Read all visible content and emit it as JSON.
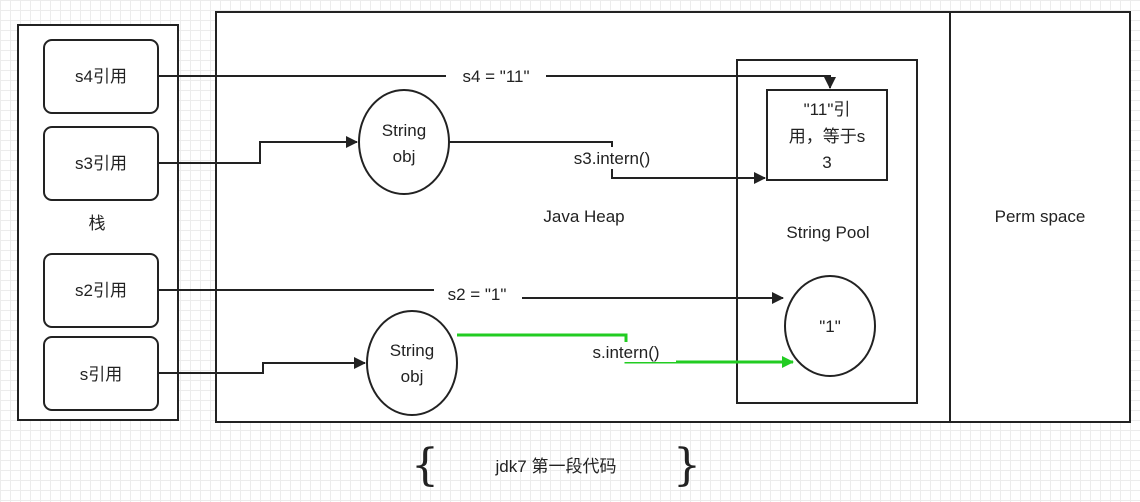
{
  "stack": {
    "label": "栈",
    "refs": {
      "s4": "s4引用",
      "s3": "s3引用",
      "s2": "s2引用",
      "s": "s引用"
    }
  },
  "heap": {
    "label": "Java Heap",
    "obj1": {
      "line1": "String",
      "line2": "obj"
    },
    "obj2": {
      "line1": "String",
      "line2": "obj"
    }
  },
  "pool": {
    "label": "String Pool",
    "ref_11": {
      "line1": "\"11\"引",
      "line2": "用，等于s",
      "line3": "3"
    },
    "str_1": "\"1\""
  },
  "perm": {
    "label": "Perm space"
  },
  "edges": {
    "s4_assign": "s4 = \"11\"",
    "s3_intern": "s3.intern()",
    "s2_assign": "s2 = \"1\"",
    "s_intern": "s.intern()"
  },
  "caption": {
    "text": "jdk7 第一段代码"
  },
  "colors": {
    "stroke": "#222222",
    "highlight": "#22cc22"
  }
}
